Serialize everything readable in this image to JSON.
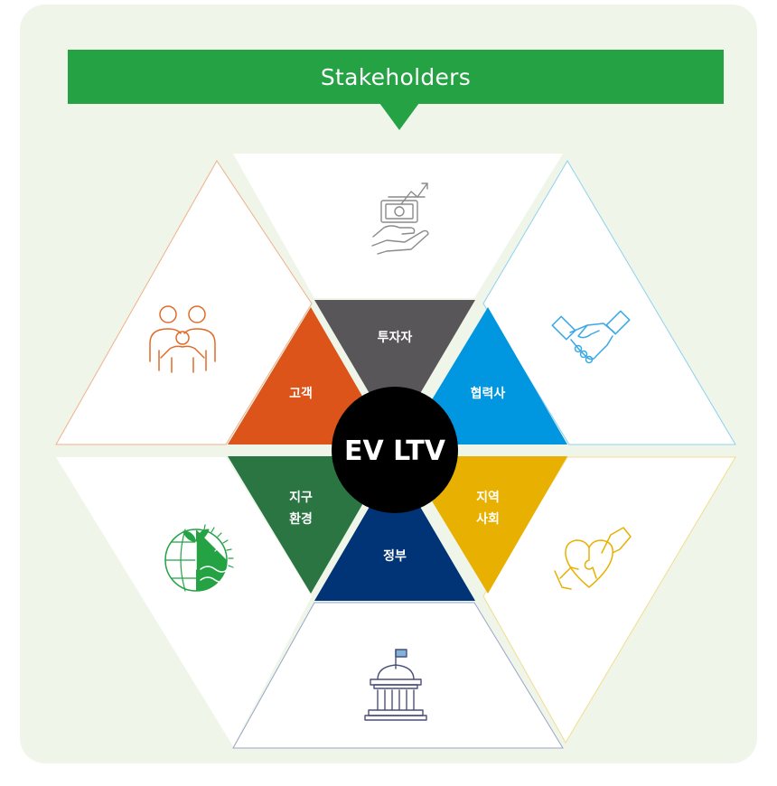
{
  "header": {
    "title": "Stakeholders"
  },
  "center": {
    "label": "EV LTV"
  },
  "segments": {
    "investors": {
      "label": "투자자",
      "color": "#59565a",
      "icon": "investment-money-icon"
    },
    "partners": {
      "label": "협력사",
      "color": "#0096e0",
      "icon": "handshake-icon"
    },
    "community": {
      "label_line1": "지역",
      "label_line2": "사회",
      "color": "#e8b000",
      "icon": "heart-puzzle-hands-icon"
    },
    "government": {
      "label": "정부",
      "color": "#003477",
      "icon": "government-building-icon"
    },
    "environment": {
      "label_line1": "지구",
      "label_line2": "환경",
      "color": "#2a7542",
      "icon": "earth-plant-icon"
    },
    "customers": {
      "label": "고객",
      "color": "#dc5419",
      "icon": "family-people-icon"
    }
  },
  "colors": {
    "background": "#eff6e9",
    "banner": "#24a244",
    "center": "#000000"
  }
}
